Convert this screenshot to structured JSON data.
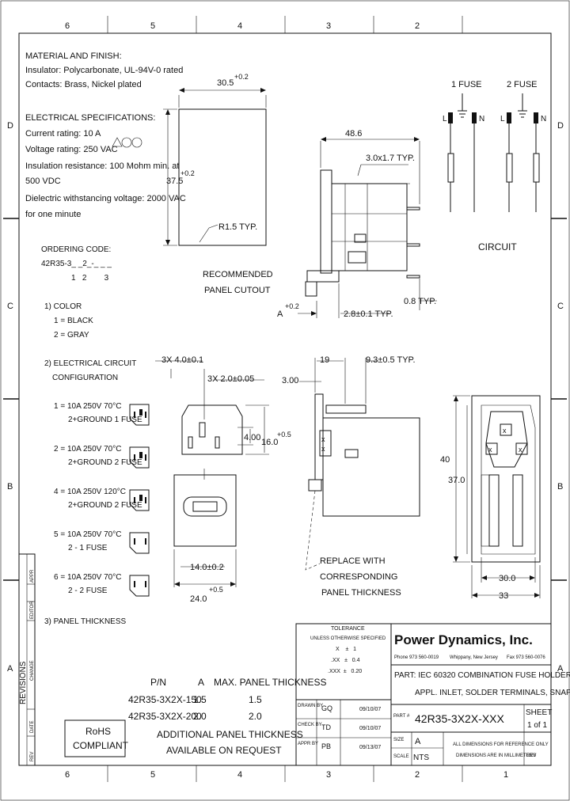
{
  "border": {
    "cols_top": [
      "6",
      "5",
      "4",
      "3",
      "2"
    ],
    "cols_bottom": [
      "6",
      "5",
      "4",
      "3",
      "2",
      "1"
    ],
    "rows": [
      "D",
      "C",
      "B",
      "A"
    ]
  },
  "notes": {
    "material_title": "MATERIAL AND FINISH:",
    "insulator": "Insulator: Polycarbonate, UL-94V-0 rated",
    "contacts": "Contacts: Brass, Nickel plated",
    "elec_title": "ELECTRICAL SPECIFICATIONS:",
    "current": "Current rating: 10 A",
    "voltage": "Voltage rating: 250 VAC",
    "insulation1": "Insulation resistance: 100 Mohm min. at",
    "insulation2": "500 VDC",
    "dielectric1": "Dielectric withstancing voltage: 2000 VAC",
    "dielectric2": "for one minute",
    "ordering_title": "ORDERING CODE:",
    "ordering_code": "42R35-3_ _2_-_ _ _",
    "ordering_idx": "1   2        3",
    "color_title": "1) COLOR",
    "color1": "1 = BLACK",
    "color2": "2 = GRAY",
    "circuit_title1": "2) ELECTRICAL CIRCUIT",
    "circuit_title2": "CONFIGURATION",
    "cfg1a": "1 = 10A 250V 70°C",
    "cfg1b": "2+GROUND 1 FUSE",
    "cfg2a": "2 = 10A 250V 70°C",
    "cfg2b": "2+GROUND 2 FUSE",
    "cfg4a": "4 = 10A 250V 120°C",
    "cfg4b": "2+GROUND 2 FUSE",
    "cfg5a": "5 = 10A 250V 70°C",
    "cfg5b": "2 - 1 FUSE",
    "cfg6a": "6 = 10A 250V 70°C",
    "cfg6b": "2 - 2 FUSE",
    "panel_title": "3) PANEL THICKNESS"
  },
  "cutout": {
    "dim_width": "30.5",
    "dim_width_tol": "+0.2",
    "dim_height": "37.5",
    "dim_height_tol": "+0.2",
    "radius": "R1.5 TYP.",
    "label1": "RECOMMENDED",
    "label2": "PANEL CUTOUT"
  },
  "side_view": {
    "dim_486": "48.6",
    "dim_slot": "3.0x1.7 TYP.",
    "dim_a": "A",
    "dim_a_tol": "+0.2",
    "dim_28": "2.8±0.1 TYP.",
    "dim_08": "0.8 TYP."
  },
  "circuit": {
    "fuse1": "1 FUSE",
    "fuse2": "2 FUSE",
    "l": "L",
    "n": "N",
    "label": "CIRCUIT"
  },
  "front_view": {
    "dim_3x4": "3X 4.0±0.1",
    "dim_3x2": "3X 2.0±0.05",
    "dim_400": "4.00",
    "dim_160": "16.0",
    "dim_160_tol": "+0.5",
    "dim_140": "14.0±0.2",
    "dim_240": "24.0",
    "dim_240_tol": "+0.5"
  },
  "section_view": {
    "dim_19": "19",
    "dim_93": "9.3±0.5 TYP.",
    "dim_300": "3.00",
    "replace1": "REPLACE WITH",
    "replace2": "CORRESPONDING",
    "replace3": "PANEL THICKNESS"
  },
  "rear_view": {
    "dim_40": "40",
    "dim_370": "37.0",
    "dim_300": "30.0",
    "dim_33": "33"
  },
  "panel_table": {
    "h_pn": "P/N",
    "h_a": "A",
    "h_max": "MAX. PANEL THICKNESS",
    "rows": [
      {
        "pn": "42R35-3X2X-150",
        "a": "1.5",
        "max": "1.5"
      },
      {
        "pn": "42R35-3X2X-200",
        "a": "2.0",
        "max": "2.0"
      }
    ],
    "additional1": "ADDITIONAL PANEL THICKNESS",
    "additional2": "AVAILABLE ON REQUEST"
  },
  "rohs": {
    "line1": "RoHS",
    "line2": "COMPLIANT"
  },
  "revisions": {
    "title": "REVISIONS",
    "cols": [
      "REV",
      "DATE",
      "CHANGE",
      "EDITOR",
      "APPR"
    ]
  },
  "title_block": {
    "tol_title": "TOLERANCE",
    "tol_sub": "UNLESS OTHERWISE SPECIFIED",
    "tol_x": "X    ±   1",
    "tol_xx": ".XX   ±   0.4",
    "tol_xxx": ".XXX  ±   0.20",
    "drawn_by_label": "DRAWN BY",
    "drawn_by": "GQ",
    "drawn_date": "09/10/07",
    "check_by_label": "CHECK BY",
    "check_by": "TD",
    "check_date": "09/10/07",
    "appr_by_label": "APPR BY",
    "appr_by": "PB",
    "appr_date": "09/13/07",
    "company": "Power Dynamics, Inc.",
    "phone": "Phone 973 560-0019",
    "location": "Whippany, New Jersey",
    "fax": "Fax 973 560-0076",
    "part_desc1": "PART: IEC 60320 COMBINATION FUSE HOLDER",
    "part_desc2": "APPL. INLET, SOLDER TERMINALS, SNAP-IN",
    "part_label": "PART #",
    "part_no": "42R35-3X2X-XXX",
    "sheet_label": "SHEET",
    "sheet": "1 of 1",
    "size_label": "SIZE",
    "size": "A",
    "scale_label": "SCALE",
    "scale": "NTS",
    "note1": "ALL DIMENSIONS FOR REFERENCE ONLY",
    "note2": "DIMENSIONS ARE IN MILLIMETERS",
    "rev_label": "REV"
  }
}
